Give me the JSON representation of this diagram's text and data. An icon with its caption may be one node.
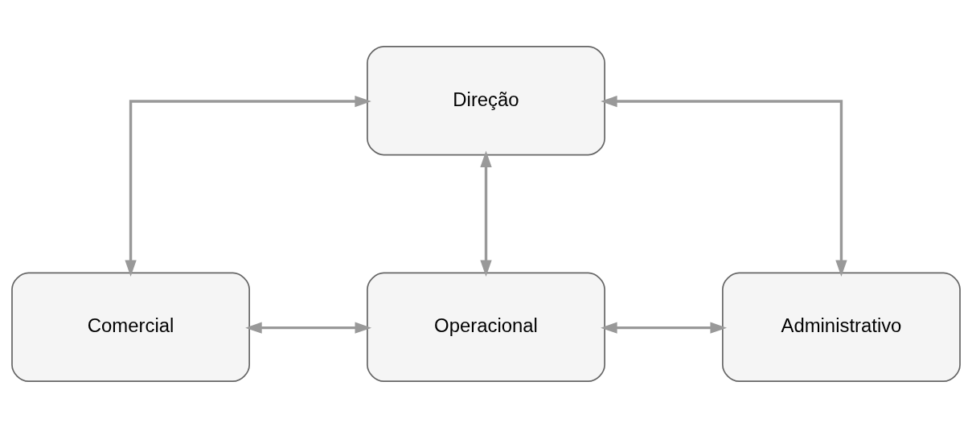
{
  "diagram": {
    "nodes": [
      {
        "text": [
          "Direção"
        ]
      },
      {
        "text": [
          "Comercial"
        ]
      },
      {
        "text": [
          "Operacional"
        ]
      },
      {
        "text": [
          "Administrativo"
        ]
      }
    ],
    "edges": [
      {
        "from": 0,
        "to": 1,
        "arrow": "both"
      },
      {
        "from": 0,
        "to": 2,
        "arrow": "both"
      },
      {
        "from": 0,
        "to": 3,
        "arrow": "both"
      },
      {
        "from": 1,
        "to": 2,
        "arrow": "both"
      },
      {
        "from": 2,
        "to": 3,
        "arrow": "both"
      }
    ]
  }
}
